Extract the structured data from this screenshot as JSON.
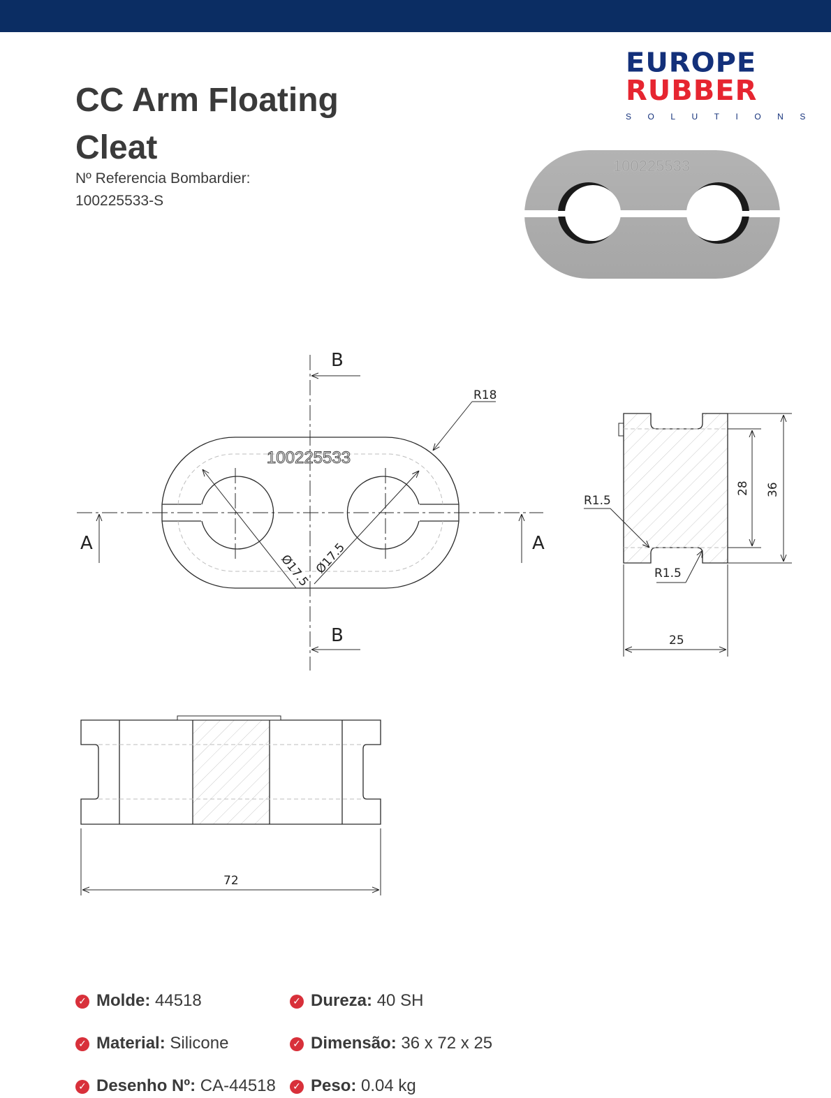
{
  "header": {
    "title_line1": "CC Arm Floating",
    "title_line2": "Cleat",
    "ref_label": "Nº Referencia Bombardier:",
    "ref_value": "100225533-S"
  },
  "logo": {
    "line1": "EUROPE",
    "line2": "RUBBER",
    "line3": "SOLUTIONS",
    "colors": {
      "blue": "#13307a",
      "red": "#e62530"
    }
  },
  "photo": {
    "engraving": "100225533"
  },
  "drawing": {
    "part_number": "100225533",
    "section_b": "B",
    "section_a": "A",
    "radius_outer": "R18",
    "diameter_left": "Ø17.5",
    "diameter_right": "Ø17.5",
    "side_radius_top": "R1.5",
    "side_radius_bottom": "R1.5",
    "dim_28": "28",
    "dim_36": "36",
    "dim_25": "25",
    "dim_72": "72"
  },
  "specs": [
    {
      "label": "Molde:",
      "value": "44518"
    },
    {
      "label": "Dureza:",
      "value": "40 SH"
    },
    {
      "label": "Material:",
      "value": "Silicone"
    },
    {
      "label": "Dimensão:",
      "value": "36 x 72 x 25"
    },
    {
      "label": "Desenho Nº:",
      "value": "CA-44518"
    },
    {
      "label": "Peso:",
      "value": "0.04 kg"
    }
  ],
  "colors": {
    "topbar": "#0b2d63",
    "check": "#d8303a"
  }
}
